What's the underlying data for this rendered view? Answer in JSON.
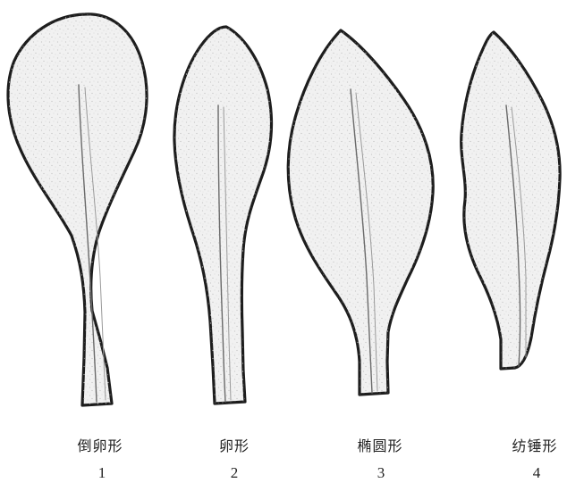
{
  "leaves": [
    {
      "name": "倒卵形",
      "number": "1",
      "shape": "obovate"
    },
    {
      "name": "卵形",
      "number": "2",
      "shape": "ovate"
    },
    {
      "name": "椭圆形",
      "number": "3",
      "shape": "elliptic"
    },
    {
      "name": "纺锤形",
      "number": "4",
      "shape": "fusiform"
    }
  ],
  "colors": {
    "outline": "#1d1d1d",
    "fill": "#f1f1f1",
    "vein": "#6a6a6a",
    "text": "#222222"
  }
}
